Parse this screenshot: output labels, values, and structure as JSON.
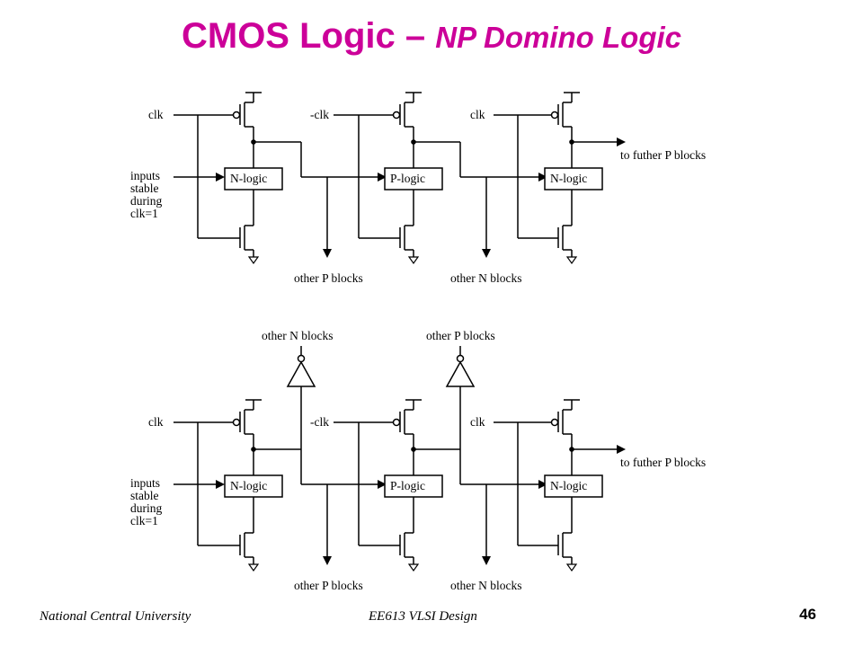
{
  "title": {
    "main": "CMOS Logic – ",
    "sub": "NP Domino Logic"
  },
  "footer": {
    "university": "National Central University",
    "course": "EE613 VLSI Design",
    "page": "46"
  },
  "diagram": {
    "top": {
      "clk_labels": [
        "clk",
        "-clk",
        "clk"
      ],
      "blocks": [
        "N-logic",
        "P-logic",
        "N-logic"
      ],
      "input_note": [
        "inputs",
        "stable",
        "during",
        "clk=1"
      ],
      "output_label": "to futher P blocks",
      "bottom_labels": [
        "other P blocks",
        "other N blocks"
      ]
    },
    "bottom": {
      "top_labels": [
        "other N blocks",
        "other P blocks"
      ],
      "clk_labels": [
        "clk",
        "-clk",
        "clk"
      ],
      "blocks": [
        "N-logic",
        "P-logic",
        "N-logic"
      ],
      "input_note": [
        "inputs",
        "stable",
        "during",
        "clk=1"
      ],
      "output_label": "to futher P blocks",
      "bottom_labels": [
        "other P blocks",
        "other N blocks"
      ]
    }
  }
}
